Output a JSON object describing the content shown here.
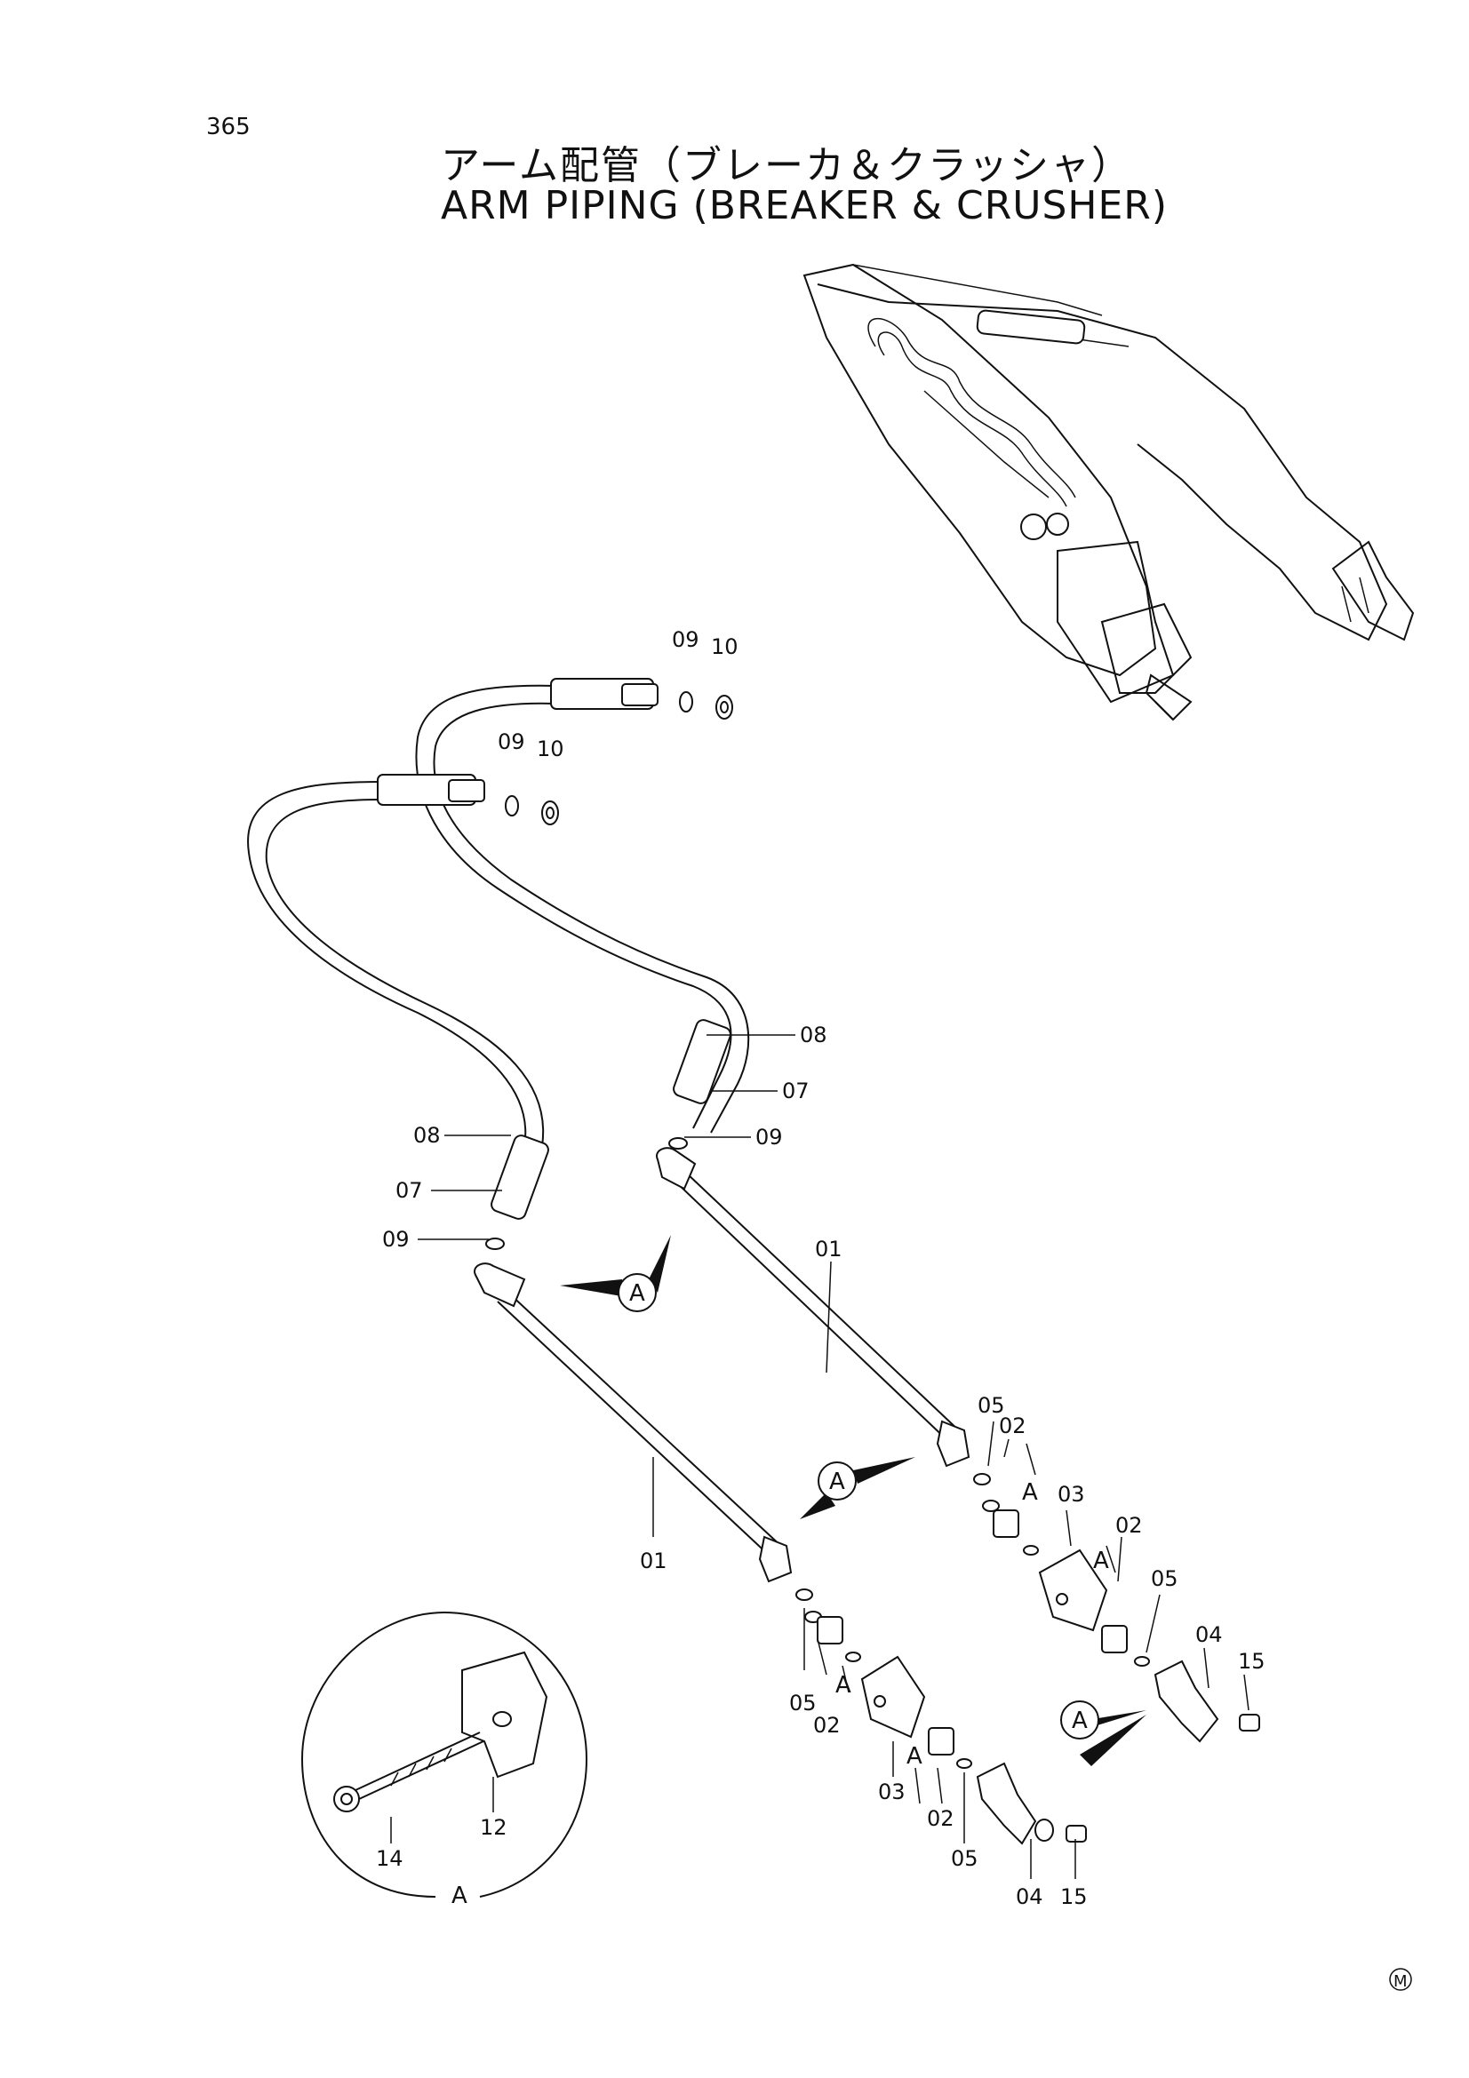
{
  "page_number": "365",
  "title_jp": "アーム配管（ブレーカ＆クラッシャ）",
  "title_en": "ARM  PIPING  (BREAKER & CRUSHER)",
  "detail_view_label": "A",
  "view_marker_letter": "A",
  "labels": {
    "hose_upper_o_ring": "09",
    "hose_upper_washer": "10",
    "hose_lower_o_ring": "09",
    "hose_lower_washer": "10",
    "right_hose_protector": "08",
    "right_hose_fitting": "07",
    "right_hose_o_ring": "09",
    "left_hose_protector": "08",
    "left_hose_fitting": "07",
    "left_hose_o_ring": "09",
    "right_pipe": "01",
    "left_pipe": "01",
    "r_o_ring_05_top": "05",
    "r_adapter_02_top": "02",
    "r_a_top": "A",
    "r_block_03": "03",
    "r_a_mid": "A",
    "r_adapter_02_mid": "02",
    "r_o_ring_05_mid": "05",
    "r_elbow_04": "04",
    "r_plug_15": "15",
    "l_o_ring_05_top": "05",
    "l_a_top": "A",
    "l_adapter_02_top": "02",
    "l_block_03": "03",
    "l_a_mid": "A",
    "l_adapter_02_mid": "02",
    "l_o_ring_05_mid": "05",
    "l_elbow_04": "04",
    "l_plug_15": "15",
    "detail_bolt": "14",
    "detail_clamp": "12"
  },
  "mark": "M"
}
